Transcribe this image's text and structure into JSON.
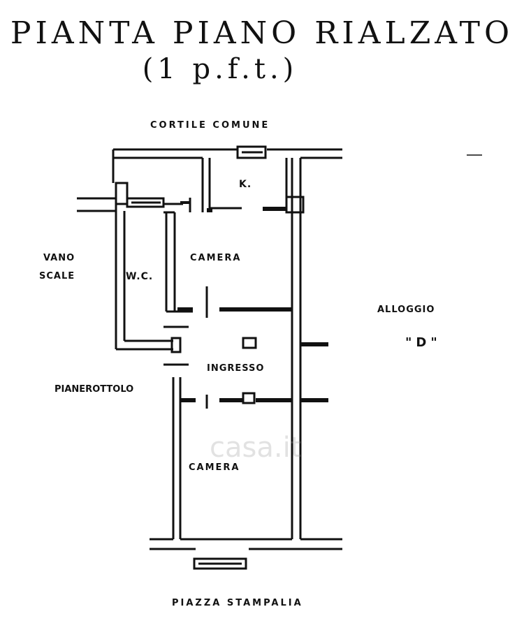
{
  "title": "PIANTA PIANO RIALZATO",
  "subtitle": "(1 p.f.t.)",
  "labels": {
    "cortile": "CORTILE COMUNE",
    "k": "K.",
    "camera_top": "CAMERA",
    "vano_1": "VANO",
    "vano_2": "SCALE",
    "wc": "W.C.",
    "alloggio": "ALLOGGIO",
    "alloggio_d": "\"D\"",
    "ingresso": "INGRESSO",
    "pianerottolo": "PIANEROTTOLO",
    "camera_bottom": "CAMERA",
    "piazza": "PIAZZA STAMPALIA"
  },
  "watermark": "casa.it",
  "colors": {
    "ink": "#111111",
    "paper": "#ffffff"
  }
}
